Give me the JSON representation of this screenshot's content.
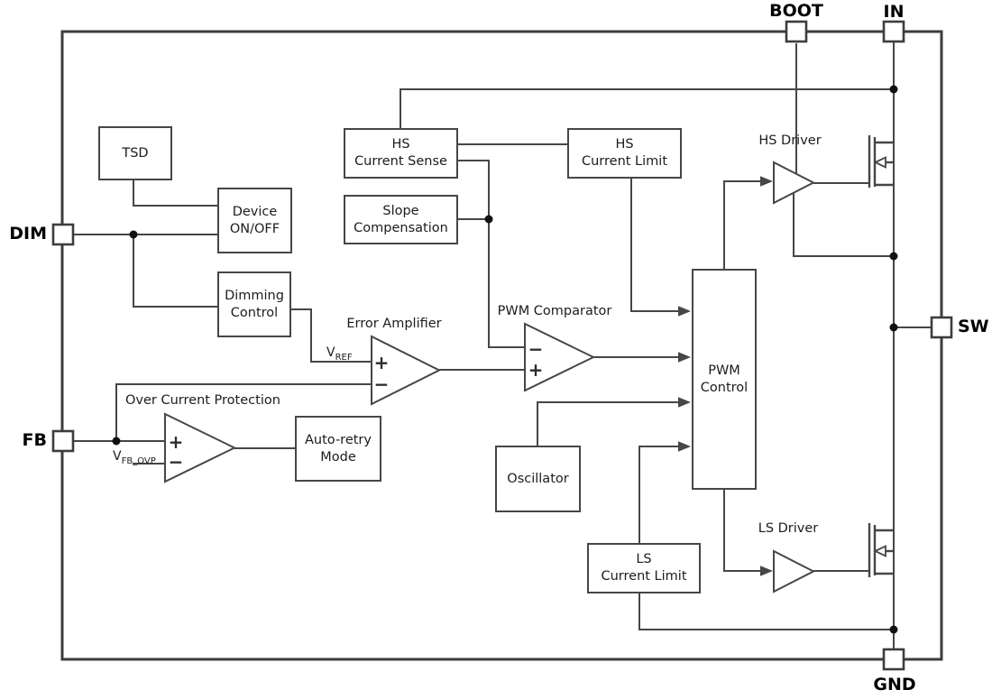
{
  "pins": {
    "boot": {
      "label": "BOOT"
    },
    "in": {
      "label": "IN"
    },
    "dim": {
      "label": "DIM"
    },
    "fb": {
      "label": "FB"
    },
    "sw": {
      "label": "SW"
    },
    "gnd": {
      "label": "GND"
    }
  },
  "blocks": {
    "tsd": {
      "label": "TSD"
    },
    "device_on_off": {
      "line1": "Device",
      "line2": "ON/OFF"
    },
    "dimming_control": {
      "line1": "Dimming",
      "line2": "Control"
    },
    "hs_current_sense": {
      "line1": "HS",
      "line2": "Current Sense"
    },
    "slope_compensation": {
      "line1": "Slope",
      "line2": "Compensation"
    },
    "hs_current_limit": {
      "line1": "HS",
      "line2": "Current Limit"
    },
    "oscillator": {
      "label": "Oscillator"
    },
    "pwm_control": {
      "line1": "PWM",
      "line2": "Control"
    },
    "auto_retry_mode": {
      "line1": "Auto-retry",
      "line2": "Mode"
    },
    "ls_current_limit": {
      "line1": "LS",
      "line2": "Current Limit"
    }
  },
  "amplifiers": {
    "error_amplifier": {
      "label": "Error Amplifier",
      "plus": "+",
      "minus": "−"
    },
    "pwm_comparator": {
      "label": "PWM Comparator",
      "plus": "+",
      "minus": "−"
    },
    "over_current_protection": {
      "label": "Over Current Protection",
      "plus": "+",
      "minus": "−"
    }
  },
  "drivers": {
    "hs": {
      "label": "HS Driver"
    },
    "ls": {
      "label": "LS Driver"
    }
  },
  "signals": {
    "vref": {
      "base": "V",
      "sub": "REF"
    },
    "vfb_ovp": {
      "base": "V",
      "sub": "FB_OVP"
    }
  },
  "colors": {
    "wire": "#464646",
    "text": "#1c1c1c",
    "junction": "#111111"
  }
}
